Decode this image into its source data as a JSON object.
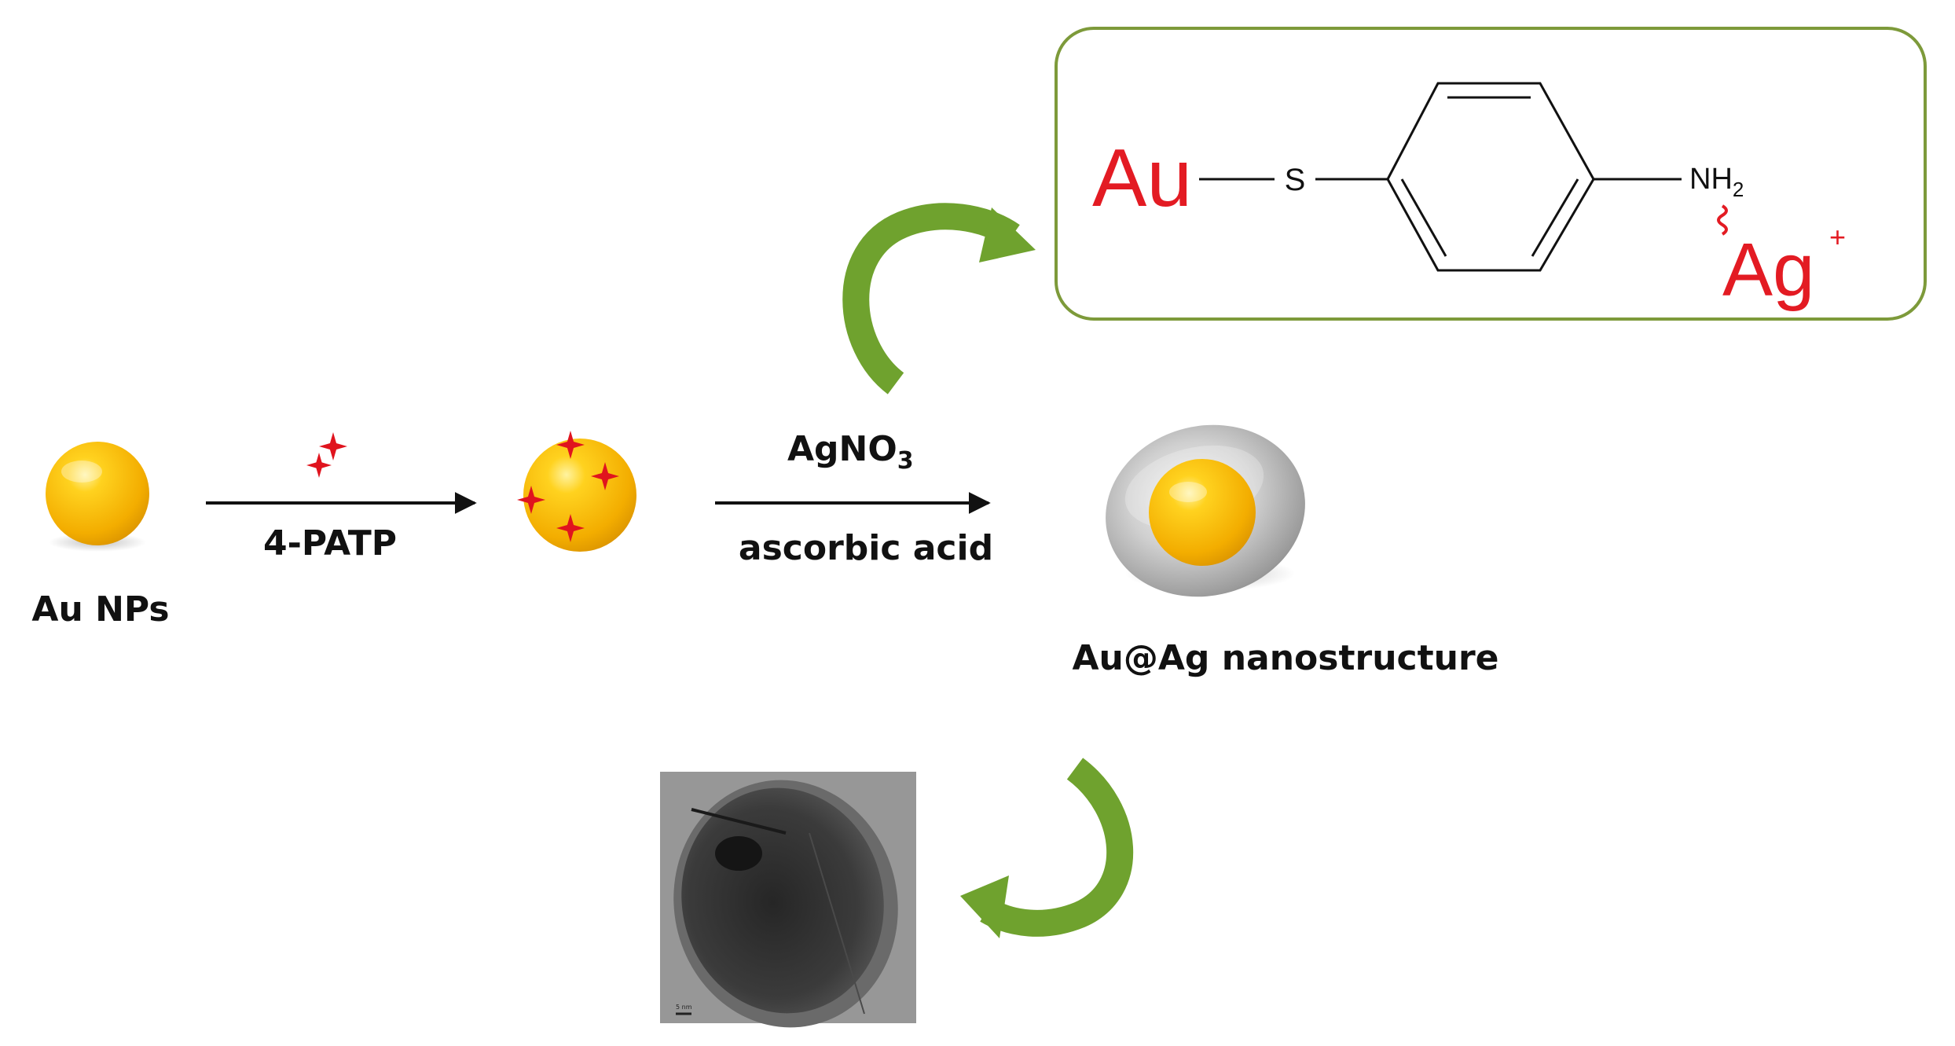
{
  "labels": {
    "au_nps": "Au NPs",
    "reagent_1": "4-PATP",
    "reagent_2_base": "AgNO",
    "reagent_2_sub": "3",
    "reagent_3": "ascorbic acid",
    "product": "Au@Ag nanostructure"
  },
  "structure": {
    "left_atom": "Au",
    "sulfur": "S",
    "amine_base": "NH",
    "amine_sub": "2",
    "ion": "Ag",
    "ion_charge": "+"
  },
  "tem": {
    "scale_text": "5 nm"
  },
  "colors": {
    "gold": "#f7b500",
    "marker": "#e0141e",
    "label_red": "#e31b23",
    "curved_arrow": "#6fa22e",
    "box_border": "#7d9a3a",
    "silver": "#b8b8b8"
  },
  "icons": [
    "plus-star-icon",
    "curved-arrow-icon",
    "arrow-right-icon"
  ]
}
